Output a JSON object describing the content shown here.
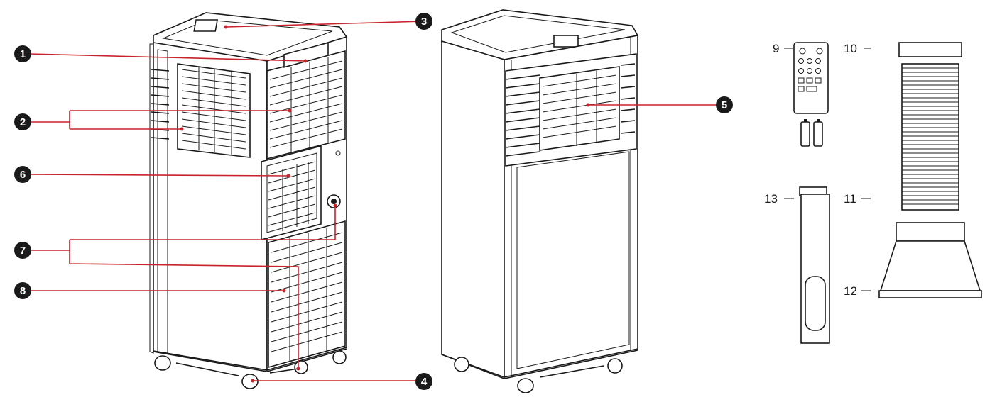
{
  "callouts": [
    {
      "id": "1",
      "text": "1",
      "kind": "badge"
    },
    {
      "id": "2",
      "text": "2",
      "kind": "badge"
    },
    {
      "id": "3",
      "text": "3",
      "kind": "badge"
    },
    {
      "id": "4",
      "text": "4",
      "kind": "badge"
    },
    {
      "id": "5",
      "text": "5",
      "kind": "badge"
    },
    {
      "id": "6",
      "text": "6",
      "kind": "badge"
    },
    {
      "id": "7",
      "text": "7",
      "kind": "badge"
    },
    {
      "id": "8",
      "text": "8",
      "kind": "badge"
    },
    {
      "id": "9",
      "text": "9",
      "kind": "plain"
    },
    {
      "id": "10",
      "text": "10",
      "kind": "plain"
    },
    {
      "id": "11",
      "text": "11",
      "kind": "plain"
    },
    {
      "id": "12",
      "text": "12",
      "kind": "plain"
    },
    {
      "id": "13",
      "text": "13",
      "kind": "plain"
    }
  ],
  "colors": {
    "leader": "#c8232c",
    "outline": "#1a1a1a",
    "badge": "#1a1a1a"
  }
}
